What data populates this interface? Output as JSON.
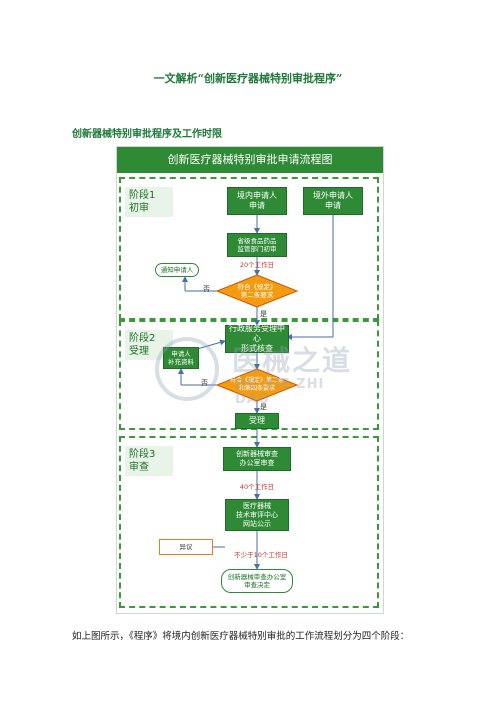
{
  "document": {
    "title": "一文解析“创新医疗器械特别审批程序”",
    "section_heading": "创新器械特别审批程序及工作时限",
    "body_line": "如上图所示，《程序》将境内创新医疗器械特别审批的工作流程划分为四个阶段："
  },
  "flowchart": {
    "header": "创新医疗器械特别审批申请流程图",
    "stages": [
      {
        "label_line1": "阶段1",
        "label_line2": "初审"
      },
      {
        "label_line1": "阶段2",
        "label_line2": "受理"
      },
      {
        "label_line1": "阶段3",
        "label_line2": "审查"
      }
    ],
    "boxes": {
      "domestic_apply": {
        "line1": "境内申请人",
        "line2": "申请"
      },
      "foreign_apply": {
        "line1": "境外申请人",
        "line2": "申请"
      },
      "provincial_dept": {
        "line1": "省级食品药品",
        "line2": "监管部门初审"
      },
      "notify_applicant": "通知申请人",
      "admin_center": {
        "line1": "行政服务受理中心",
        "line2": "形式核查"
      },
      "supplement": {
        "line1": "申请人",
        "line2": "补充资料"
      },
      "accept": "受理",
      "review_office": {
        "line1": "创新器械审查",
        "line2": "办公室审查"
      },
      "device_center": {
        "line1": "医疗器械",
        "line2": "技术审评中心",
        "line3": "网站公示"
      },
      "objection": "异议",
      "decision": {
        "line1": "创新器械审查办公室",
        "line2": "审查决定"
      }
    },
    "diamonds": {
      "check1": {
        "line1": "符合《规定》",
        "line2": "第二条要求"
      },
      "check2": {
        "line1": "符合《规定》第二条",
        "line2": "和第四条要求"
      }
    },
    "notes": {
      "days20": "20个工作日",
      "days40": "40个工作日",
      "days10": "不少于10个工作日"
    },
    "yes": "是",
    "no": "否"
  },
  "watermark": {
    "cn": "医械之道",
    "en": "DU XIE ZHI DAO"
  },
  "colors": {
    "green": "#2f8a36",
    "red": "#c0392b",
    "orange": "#f39c12",
    "title_green": "#1f7a3a"
  }
}
